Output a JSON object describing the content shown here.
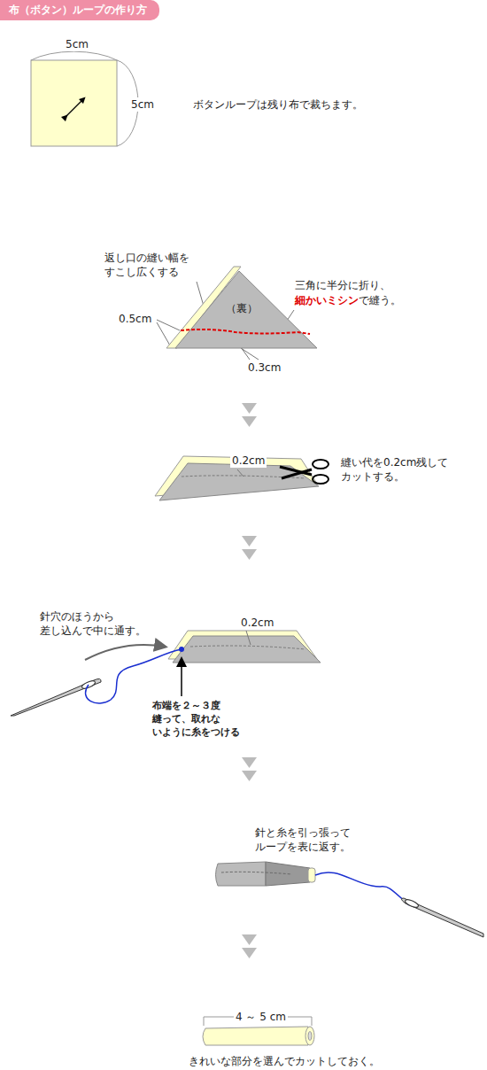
{
  "diagram": {
    "title": "布（ボタン）ループの作り方",
    "nodes": [
      {
        "text": [
          "（裏）"
        ]
      }
    ],
    "labels": [
      "5cm",
      "5cm",
      "ボタンループは残り布で裁ちます。",
      "返し口の縫い幅を すこし広くする",
      "三角に半分に折り、",
      "細かいミシン",
      "で縫う。",
      "0.5cm",
      "0.3cm",
      "0.2cm",
      "縫い代を0.2cm残して カットする。",
      "針穴のほうから 差し込んで中に通す。",
      "0.2cm",
      "布端を２～３度 縫って、取れな いように糸をつける",
      "針と糸を引っ張って ループを表に返す。",
      "4 ～ 5 cm",
      "きれいな部分を選んでカットしておく。"
    ]
  }
}
